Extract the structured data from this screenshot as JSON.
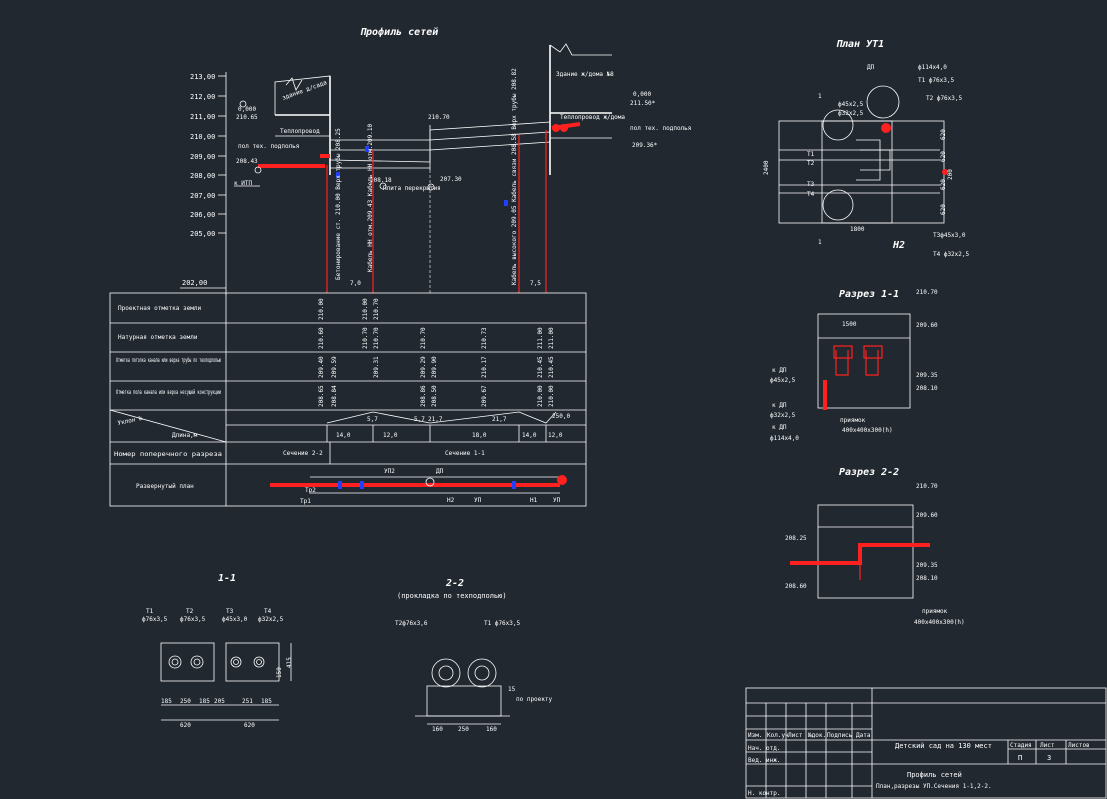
{
  "profile": {
    "title": "Профиль сетей",
    "elevations": [
      "213,00",
      "212,00",
      "211,00",
      "210,00",
      "209,00",
      "208,00",
      "207,00",
      "206,00",
      "205,00"
    ],
    "datum": "202,00",
    "building_left": "здание д/сада",
    "building_right": "Здание ж/дома №8",
    "teploprovod_label": "Теплопровод",
    "teploprovod_right": "Теплопровод ж/дома",
    "left_zero": "0,000",
    "left_zero_elev": "210.65",
    "right_zero": "0,000",
    "right_zero_elev": "211.50*",
    "left_floor_note": "пол тех. подполья",
    "left_floor_elev": "208.43",
    "right_floor_note": "пол тех. подполья",
    "right_floor_elev": "209.36*",
    "k_itp": "к ИТП",
    "plita": "Плита перекрытия",
    "mid_top": "210.70",
    "mid_bottom": "208.18",
    "mid_right": "207.30",
    "vert_a": "Бетонирование ст. 210.00 Верх трубы 208.25",
    "vert_b": "Кабель НН отм.209.43 Кабель НН отм.209.10",
    "vert_c": "Кабель высокого 209.05 Кабель связи 208.58 Верх трубы 208.82",
    "dist_left": "7,0",
    "dist_right": "7,5",
    "table": {
      "row_labels": [
        "Проектная отметка земли",
        "Натурная отметка земли",
        "Отметка потолка канала или верха трубы по техподполью",
        "Отметка пола канала или верха несущей конструкции",
        "Уклон ‰",
        "Длина,м",
        "Номер поперечного разреза",
        "Развернутый план"
      ],
      "design_ground": [
        "210.00",
        "210.00",
        "210.70"
      ],
      "natural_ground": [
        "210.60",
        "210.70",
        "210.70",
        "210.70",
        "210.73",
        "211.00",
        "211.00"
      ],
      "ceiling": [
        "209.40",
        "209.59",
        "209.31",
        "209.29",
        "209.90",
        "210.17",
        "210.45",
        "210.45"
      ],
      "floor": [
        "208.65",
        "208.84",
        "208.86",
        "208.50",
        "209.67",
        "210.00",
        "210.00"
      ],
      "slopes": [
        "5,7",
        "5,7",
        "21,7",
        "21,7",
        "250,0"
      ],
      "lengths": [
        "14,0",
        "12,0",
        "18,0",
        "14,0",
        "12,0"
      ],
      "sections": [
        "Сечение 2-2",
        "Сечение 1-1"
      ],
      "plan_labels": [
        "УП2",
        "ДП",
        "Тр2",
        "Тр1",
        "Н2",
        "УП",
        "Н1",
        "УП"
      ]
    }
  },
  "plan_ut1": {
    "title": "План УТ1",
    "labels": [
      "ДП",
      "ф114х4,0",
      "Т1 ф76х3,5",
      "ф45х2,5",
      "ф32х2,5",
      "Т2 ф76х3,5",
      "Т1",
      "Т2",
      "Т3",
      "Т4",
      "Т3ф45х3,0",
      "Т4 ф32х2,5",
      "Н2",
      "1",
      "1"
    ],
    "dims": [
      "2400",
      "1800",
      "620",
      "620",
      "620",
      "620",
      "200"
    ]
  },
  "section11_right": {
    "title": "Разрез 1-1",
    "elevs": [
      "210.70",
      "209.60",
      "209.35",
      "208.10"
    ],
    "dim": "1500",
    "labels": [
      "к ДП",
      "ф45х2,5",
      "к ДП",
      "ф32х2,5",
      "к ДП",
      "ф114х4,0",
      "приямок",
      "400х400х300(h)"
    ]
  },
  "section22_right": {
    "title": "Разрез 2-2",
    "elevs": [
      "210.70",
      "209.60",
      "209.35",
      "208.10",
      "208.25",
      "208.60"
    ],
    "labels": [
      "приямок",
      "400х400х300(h)"
    ]
  },
  "detail11": {
    "title": "1-1",
    "labels": [
      "Т1",
      "Т2",
      "Т3",
      "Т4",
      "ф76х3,5",
      "ф76х3,5",
      "ф45х3,0",
      "ф32х2,5"
    ],
    "dims": [
      "185",
      "250",
      "185",
      "205",
      "251",
      "185",
      "620",
      "620",
      "150",
      "415"
    ]
  },
  "detail22": {
    "title": "2-2",
    "subtitle": "(прокладка по техподполью)",
    "labels": [
      "Т2ф76х3,6",
      "Т1 ф76х3,5",
      "по проекту"
    ],
    "dims": [
      "160",
      "250",
      "160",
      "15"
    ]
  },
  "stamp": {
    "headers": [
      "Изм.",
      "Кол.уч",
      "Лист",
      "№док.",
      "Подпись",
      "Дата"
    ],
    "rows": [
      "Нач. отд.",
      "Вед. инж.",
      "Н. контр."
    ],
    "project": "Детский сад на 130 мест",
    "stage_label": "Стадия",
    "sheet_label": "Лист",
    "sheets_label": "Листов",
    "stage": "П",
    "sheet": "3",
    "title_1": "Профиль сетей",
    "title_2": "План,разрезы УП.Сечения 1-1,2-2."
  },
  "colors": {
    "background": "#212830",
    "lines": "#ffffff",
    "pipe": "#ff2020",
    "accent": "#2040ff"
  }
}
